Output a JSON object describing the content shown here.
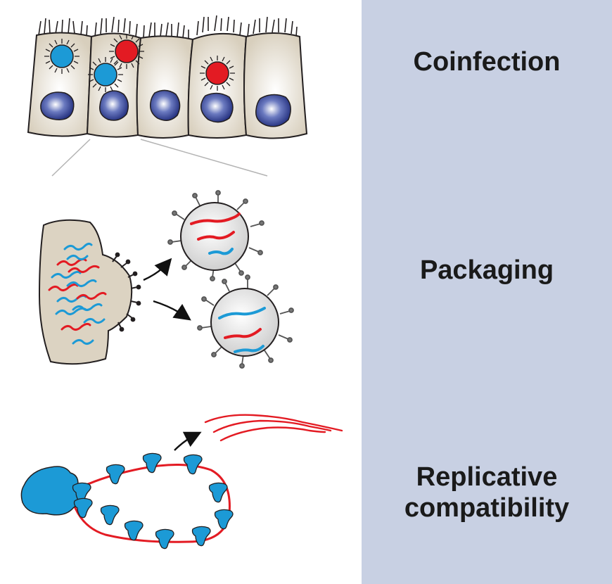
{
  "panel": {
    "background": "#c8d0e3",
    "steps": [
      {
        "label": "Coinfection"
      },
      {
        "label": "Packaging"
      },
      {
        "label": "Replicative\ncompatibility"
      }
    ]
  },
  "colors": {
    "cell_fill": "#dcd3c2",
    "virus_red": "#e31b23",
    "virus_blue": "#1c9ad6",
    "nucleus": "#2b3990",
    "polymerase_blue": "#1c9ad6",
    "outline": "#231f20"
  },
  "icons": [
    "epithelial-cell-icon",
    "virus-particle-icon",
    "nucleus-icon",
    "rna-segment-icon",
    "polymerase-icon",
    "arrow-icon"
  ]
}
